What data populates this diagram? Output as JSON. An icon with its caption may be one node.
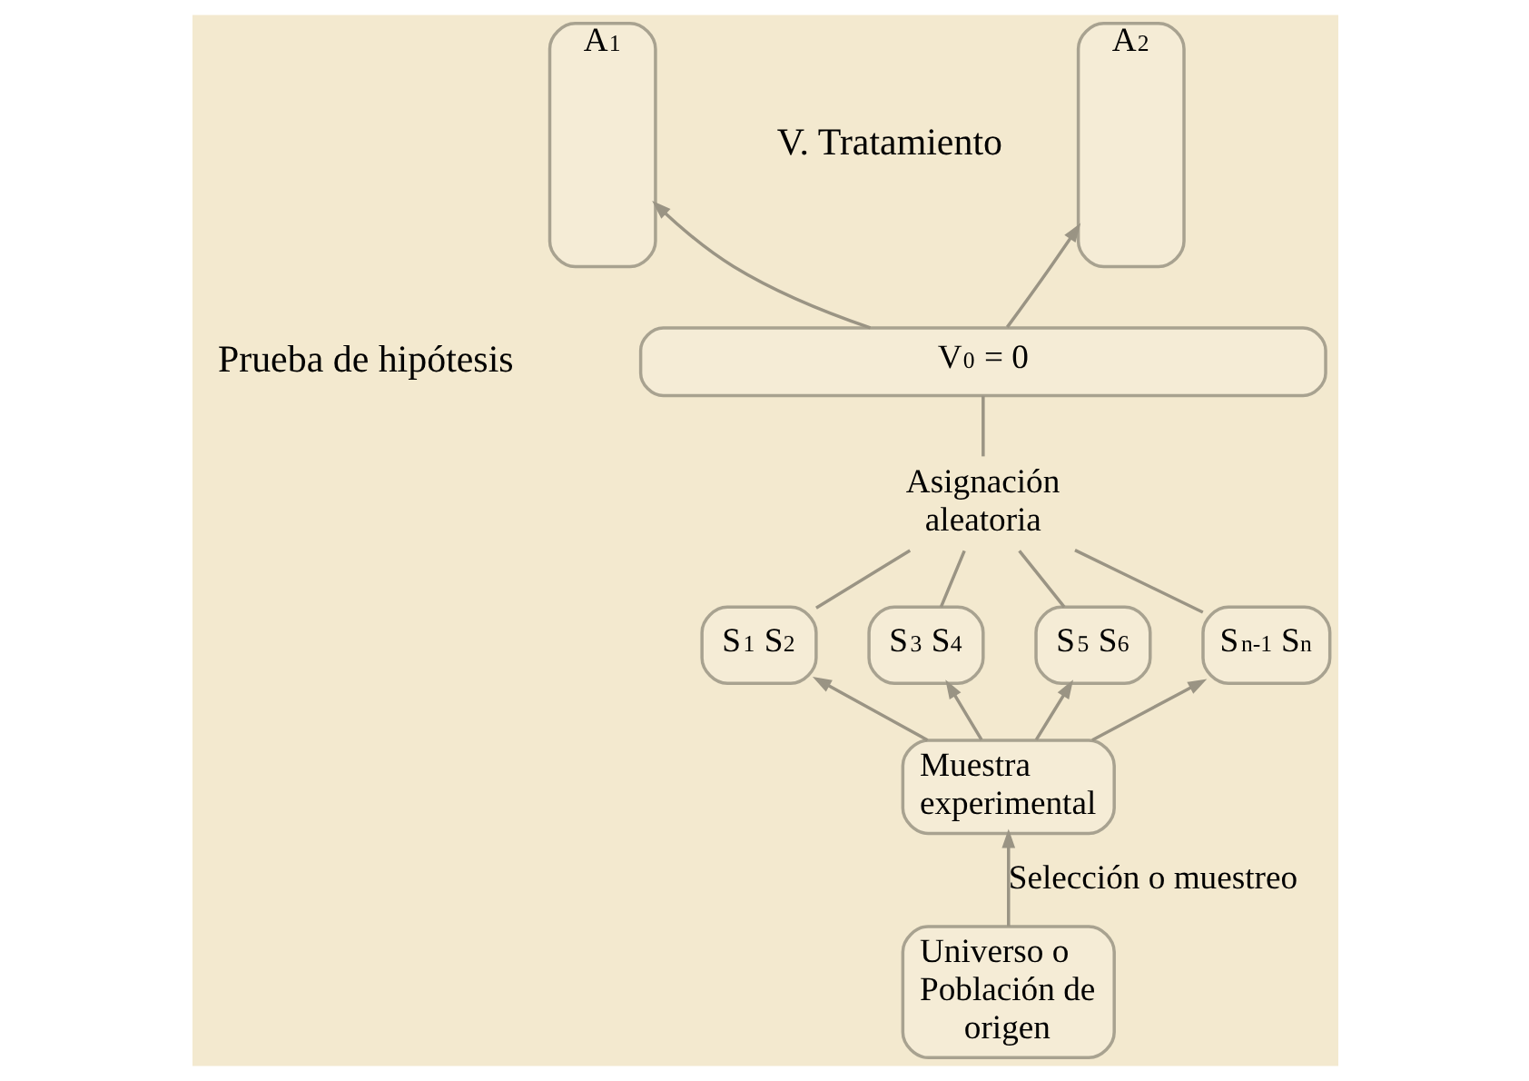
{
  "diagram": {
    "nodes": [
      {
        "text": [
          "A$_{1}$"
        ]
      },
      {
        "text": [
          "A$_{2}$"
        ]
      },
      {
        "text": [
          "V$_{0}$ = 0"
        ]
      },
      {
        "text": [
          "Asignación aleatoria"
        ]
      },
      {
        "text": [
          "S$_{1}$ S$_{2}$"
        ]
      },
      {
        "text": [
          "S$_{3}$ S$_{4}$"
        ]
      },
      {
        "text": [
          "S$_{5}$ S$_{6}$"
        ]
      },
      {
        "text": [
          "S$_{n-1}$ S$_{n}$"
        ]
      },
      {
        "text": [
          "Muestra experimental"
        ]
      },
      {
        "text": [
          "Universo o Población de origen"
        ]
      }
    ],
    "edges": [
      {
        "from": 2,
        "to": 0,
        "arrow": "to"
      },
      {
        "from": 2,
        "to": 1,
        "arrow": "to"
      },
      {
        "from": 3,
        "to": 2,
        "arrow": "none"
      },
      {
        "from": 4,
        "to": 3,
        "arrow": "none"
      },
      {
        "from": 5,
        "to": 3,
        "arrow": "none"
      },
      {
        "from": 6,
        "to": 3,
        "arrow": "none"
      },
      {
        "from": 7,
        "to": 3,
        "arrow": "none"
      },
      {
        "from": 8,
        "to": 4,
        "arrow": "to"
      },
      {
        "from": 8,
        "to": 5,
        "arrow": "to"
      },
      {
        "from": 8,
        "to": 6,
        "arrow": "to"
      },
      {
        "from": 8,
        "to": 7,
        "arrow": "to"
      },
      {
        "from": 9,
        "to": 8,
        "arrow": "to",
        "label": "Selección o muestreo"
      }
    ],
    "labels": [
      "V. Tratamiento",
      "Prueba de hipótesis"
    ]
  }
}
